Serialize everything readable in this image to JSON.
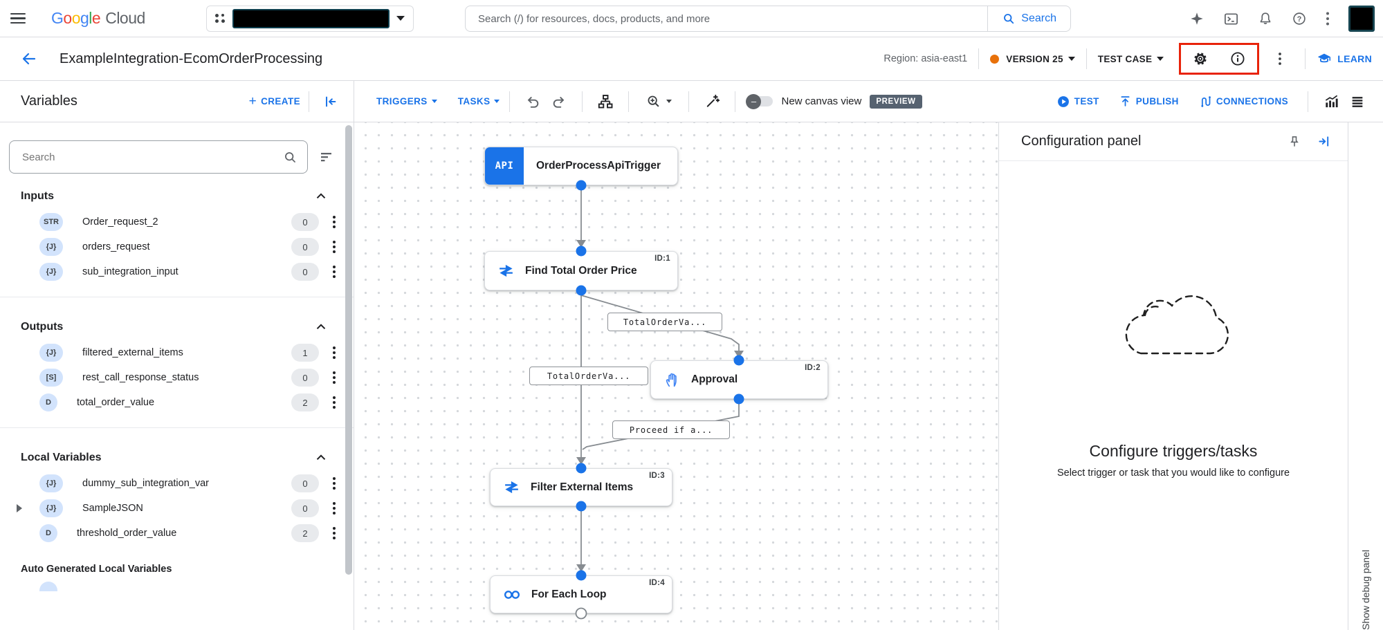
{
  "topbar": {
    "logo_letters": [
      "G",
      "o",
      "o",
      "g",
      "l",
      "e"
    ],
    "logo_cloud": "Cloud",
    "search_placeholder": "Search (/) for resources, docs, products, and more",
    "search_button": "Search"
  },
  "integration_bar": {
    "title": "ExampleIntegration-EcomOrderProcessing",
    "region_label": "Region: asia-east1",
    "version_label": "VERSION 25",
    "test_case_label": "TEST CASE",
    "learn_label": "LEARN"
  },
  "variables_panel": {
    "title": "Variables",
    "create_label": "CREATE",
    "search_placeholder": "Search"
  },
  "canvas_toolbar": {
    "triggers_label": "TRIGGERS",
    "tasks_label": "TASKS",
    "new_canvas_view_label": "New canvas view",
    "preview_badge": "PREVIEW",
    "test_label": "TEST",
    "publish_label": "PUBLISH",
    "connections_label": "CONNECTIONS"
  },
  "sidebar": {
    "sections": [
      {
        "title": "Inputs",
        "items": [
          {
            "badge": "STR",
            "name": "Order_request_2",
            "count": "0"
          },
          {
            "badge": "{J}",
            "name": "orders_request",
            "count": "0"
          },
          {
            "badge": "{J}",
            "name": "sub_integration_input",
            "count": "0"
          }
        ]
      },
      {
        "title": "Outputs",
        "items": [
          {
            "badge": "{J}",
            "name": "filtered_external_items",
            "count": "1"
          },
          {
            "badge": "[S]",
            "name": "rest_call_response_status",
            "count": "0"
          },
          {
            "badge": "D",
            "name": "total_order_value",
            "count": "2"
          }
        ]
      },
      {
        "title": "Local Variables",
        "items": [
          {
            "badge": "{J}",
            "name": "dummy_sub_integration_var",
            "count": "0"
          },
          {
            "badge": "{J}",
            "name": "SampleJSON",
            "count": "0"
          },
          {
            "badge": "D",
            "name": "threshold_order_value",
            "count": "2"
          }
        ]
      }
    ],
    "auto_generated_title": "Auto Generated Local Variables"
  },
  "canvas": {
    "api_icon_text": "API",
    "nodes": [
      {
        "id_label": "",
        "label": "OrderProcessApiTrigger",
        "icon": "api-trigger"
      },
      {
        "id_label": "ID:1",
        "label": "Find Total Order Price",
        "icon": "data-mapping"
      },
      {
        "id_label": "ID:2",
        "label": "Approval",
        "icon": "approval-hand"
      },
      {
        "id_label": "ID:3",
        "label": "Filter External Items",
        "icon": "data-mapping"
      },
      {
        "id_label": "ID:4",
        "label": "For Each Loop",
        "icon": "for-each-loop"
      }
    ],
    "edge_labels": [
      {
        "text": "TotalOrderVa..."
      },
      {
        "text": "TotalOrderVa..."
      },
      {
        "text": "Proceed if a..."
      }
    ]
  },
  "config_panel": {
    "title": "Configuration panel",
    "heading": "Configure triggers/tasks",
    "subheading": "Select trigger or task that you would like to configure"
  },
  "debug_strip": {
    "label": "Show debug panel"
  },
  "colors": {
    "accent_blue": "#1a73e8",
    "highlight_red": "#e8230a",
    "version_dot_orange": "#e8710a",
    "preview_badge_bg": "#566270"
  }
}
